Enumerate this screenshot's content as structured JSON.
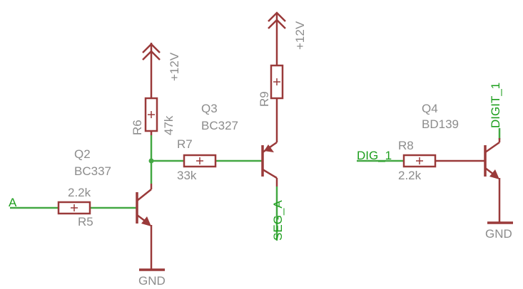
{
  "colors": {
    "wire": "#43a843",
    "part": "#9a3a3a",
    "label": "#8c8c8c",
    "net_label": "#1d9e1d",
    "background": "#ffffff"
  },
  "components": {
    "q2": {
      "name": "Q2",
      "value": "BC337"
    },
    "q3": {
      "name": "Q3",
      "value": "BC327"
    },
    "q4": {
      "name": "Q4",
      "value": "BD139"
    },
    "r5": {
      "name": "R5",
      "value": "2.2k"
    },
    "r6": {
      "name": "R6",
      "value": "47k"
    },
    "r7": {
      "name": "R7",
      "value": "33k"
    },
    "r8": {
      "name": "R8",
      "value": "2.2k"
    },
    "r9": {
      "name": "R9"
    }
  },
  "nets": {
    "input_a": "A",
    "seg_a": "SEG_A",
    "dig_1_left": "DIG_1",
    "digit_1": "DIGIT_1"
  },
  "supplies": {
    "vcc_1": "+12V",
    "vcc_2": "+12V",
    "gnd_1": "GND",
    "gnd_2": "GND"
  },
  "icons": [
    "supply-arrow-icon",
    "ground-icon",
    "npn-transistor-icon",
    "pnp-transistor-icon",
    "resistor-icon",
    "junction-dot-icon"
  ]
}
